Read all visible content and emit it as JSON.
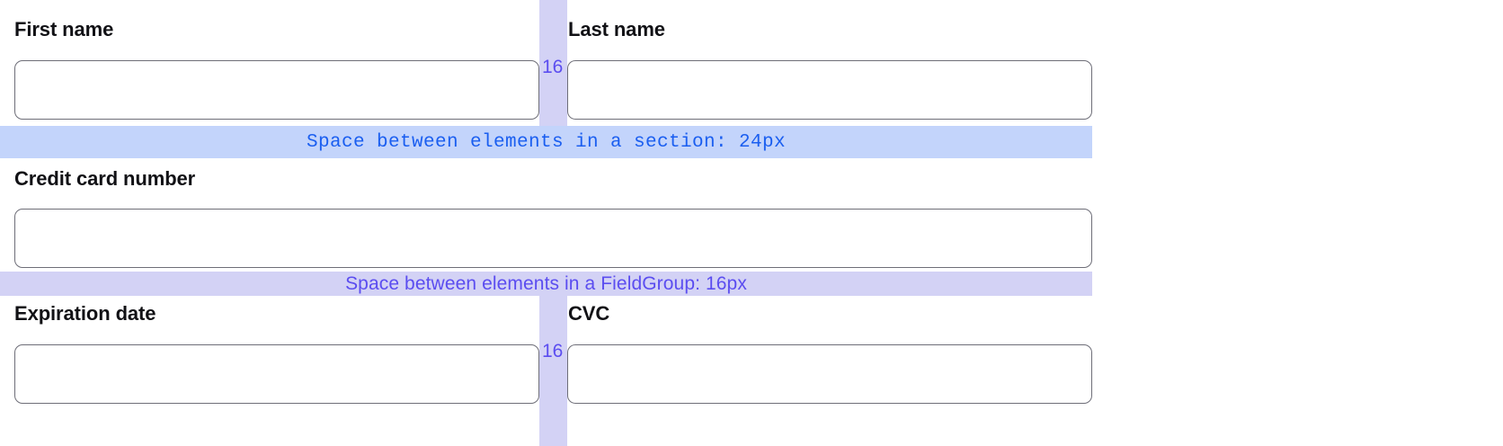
{
  "form": {
    "fields": [
      {
        "id": "first-name",
        "label": "First name",
        "value": "",
        "placeholder": ""
      },
      {
        "id": "last-name",
        "label": "Last name",
        "value": "",
        "placeholder": ""
      },
      {
        "id": "credit-card-number",
        "label": "Credit card number",
        "value": "",
        "placeholder": ""
      },
      {
        "id": "expiration-date",
        "label": "Expiration date",
        "value": "",
        "placeholder": ""
      },
      {
        "id": "cvc",
        "label": "CVC",
        "value": "",
        "placeholder": ""
      }
    ]
  },
  "annotations": {
    "gutters": [
      {
        "id": "gutter-name-row",
        "value": "16"
      },
      {
        "id": "gutter-card-row",
        "value": "16"
      }
    ],
    "bands": [
      {
        "id": "band-section",
        "text": "Space between elements in a section: 24px",
        "spacing": "24px",
        "background": "#c3d4fb",
        "color": "#1a5ef0"
      },
      {
        "id": "band-fieldgroup",
        "text": "Space between elements in a FieldGroup: 16px",
        "spacing": "16px",
        "background": "#d3d2f5",
        "color": "#5b4df0"
      }
    ]
  },
  "colors": {
    "gutter_fill": "#d3d2f5",
    "gutter_text": "#5b4df0",
    "section_band_fill": "#c3d4fb",
    "section_band_text": "#1a5ef0",
    "input_border": "#6e6e78",
    "label_text": "#111115",
    "page_background": "#ffffff"
  }
}
